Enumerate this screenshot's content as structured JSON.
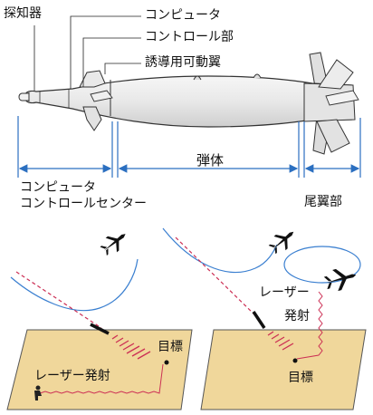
{
  "labels": {
    "detector": "探知器",
    "computer": "コンピュータ",
    "control": "コントロール部",
    "fins": "誘導用可動翼",
    "body": "弾体",
    "center_line1": "コンピュータ",
    "center_line2": "コントロールセンター",
    "tail": "尾翼部"
  },
  "scenes": {
    "left": {
      "laser": "レーザー発射",
      "target": "目標"
    },
    "right": {
      "laser_line1": "レーザー",
      "laser_line2": "発射",
      "target": "目標"
    }
  },
  "colors": {
    "ground": "#f0d79b",
    "flight_path": "#3a7fd0",
    "laser": "#cc2f54",
    "dimension": "#2b6fc0",
    "missile_fill": "#e6e6e6"
  }
}
